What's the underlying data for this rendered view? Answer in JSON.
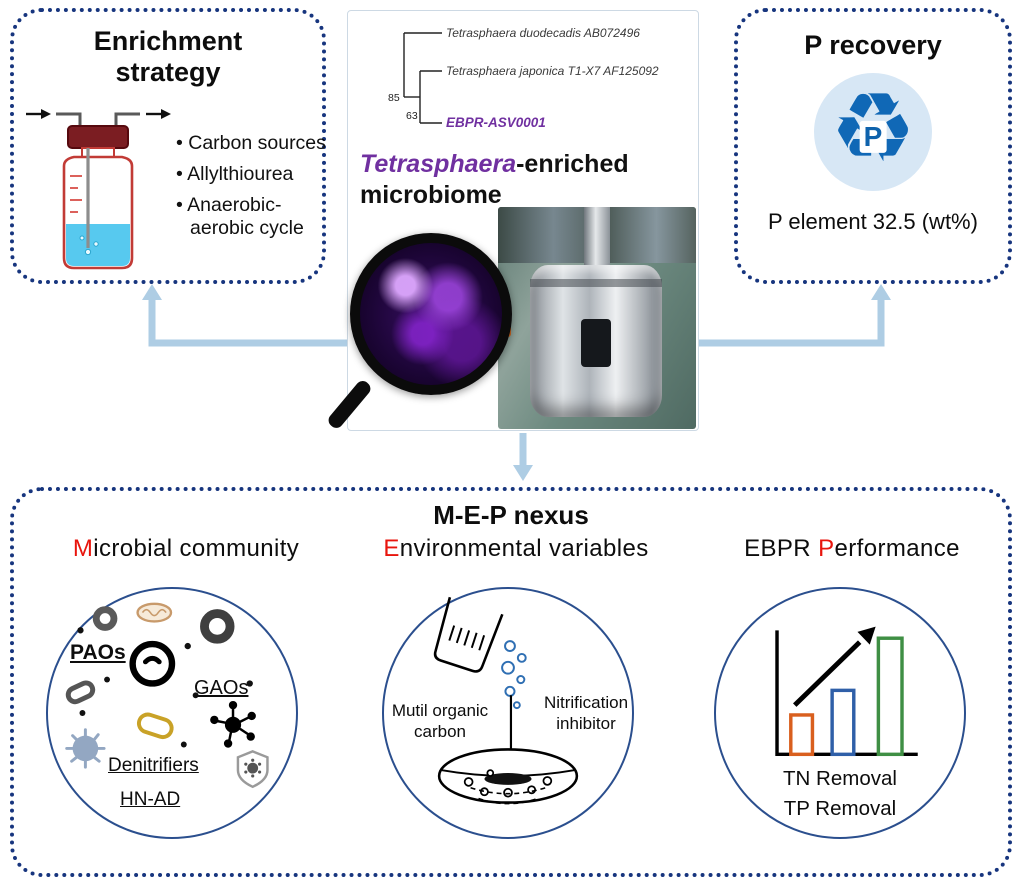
{
  "colors": {
    "dotted_border": "#17357e",
    "arrow_blue": "#aecde4",
    "purple_accent": "#7030a0",
    "red_accent": "#e8150d",
    "circle_border": "#2b4f8e",
    "recycle_blue": "#1068b6",
    "liquid_cyan": "#57c9ef",
    "bar_orange": "#d95f1e",
    "bar_blue": "#2f5fa8",
    "bar_green": "#3f8f44"
  },
  "icons": {
    "recycle": "♻"
  },
  "enrichment": {
    "title": "Enrichment strategy",
    "bullets": [
      "Carbon sources",
      "Allylthiourea",
      "Anaerobic-aerobic cycle"
    ]
  },
  "phylo": {
    "taxon_1": "Tetrasphaera duodecadis AB072496",
    "taxon_2": "Tetrasphaera japonica T1-X7 AF125092",
    "taxon_3": "EBPR-ASV0001",
    "bootstrap_1": "85",
    "bootstrap_2": "63"
  },
  "center_caption": {
    "genus": "Tetrasphaera",
    "suffix": "-enriched",
    "line2": "microbiome"
  },
  "p_recovery": {
    "title": "P recovery",
    "icon_letter": "P",
    "value": "P element 32.5 (wt%)"
  },
  "nexus": {
    "title": "M-E-P nexus",
    "microbial": {
      "heading_red": "M",
      "heading_rest": "icrobial community",
      "label_paos": "PAOs",
      "label_gaos": "GAOs",
      "label_denitrifiers": "Denitrifiers",
      "label_hnad": "HN-AD"
    },
    "environmental": {
      "heading_red": "E",
      "heading_rest": "nvironmental variables",
      "label_carbon": "Mutil organic carbon",
      "label_inhibitor": "Nitrification inhibitor"
    },
    "performance": {
      "heading_pre": "EBPR ",
      "heading_red": "P",
      "heading_rest": "erformance",
      "label_tn": "TN Removal",
      "label_tp": "TP Removal"
    }
  }
}
